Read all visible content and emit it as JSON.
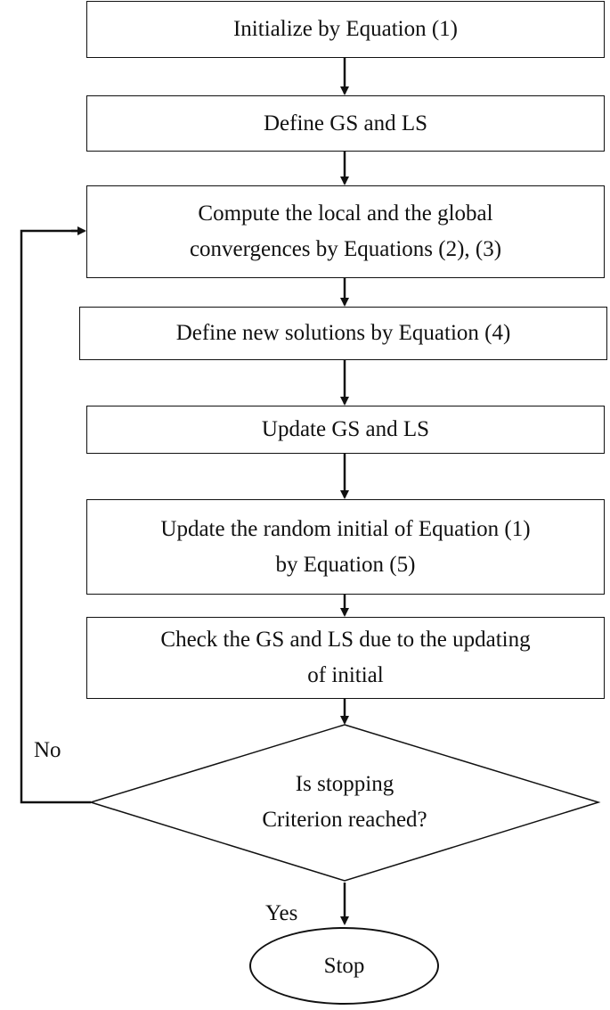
{
  "steps": [
    {
      "lines": [
        "Initialize by Equation (1)"
      ]
    },
    {
      "lines": [
        "Define GS and LS"
      ]
    },
    {
      "lines": [
        "Compute the local and the global",
        "convergences by Equations (2), (3)"
      ]
    },
    {
      "lines": [
        "Define new solutions by Equation (4)"
      ]
    },
    {
      "lines": [
        "Update GS and LS"
      ]
    },
    {
      "lines": [
        "Update the random initial of Equation (1)",
        "by Equation (5)"
      ]
    },
    {
      "lines": [
        "Check the GS and LS due to the updating",
        "of initial"
      ]
    }
  ],
  "decision": {
    "lines": [
      "Is stopping",
      "Criterion reached?"
    ]
  },
  "branch_no": "No",
  "branch_yes": "Yes",
  "terminal": "Stop"
}
